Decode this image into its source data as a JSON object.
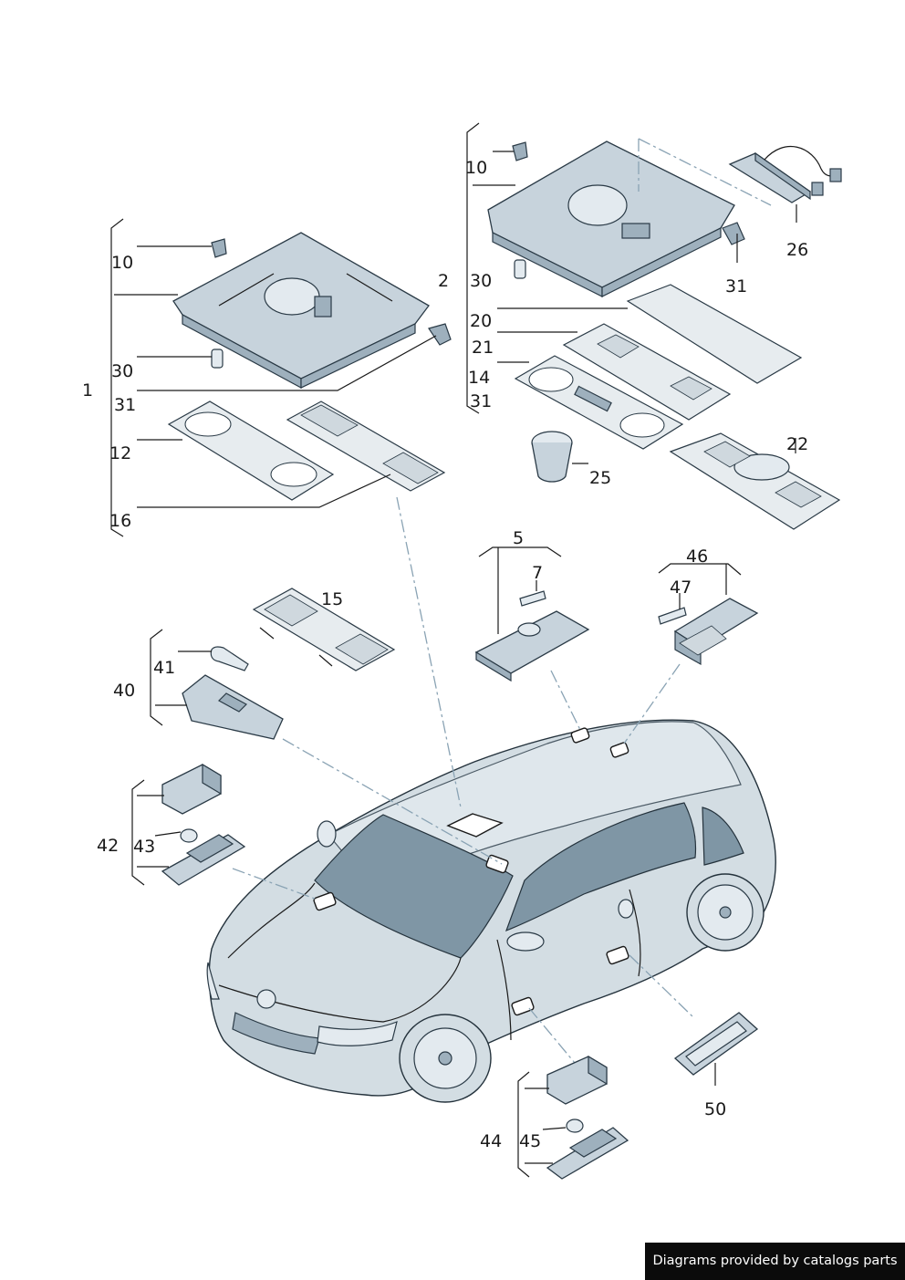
{
  "callouts": {
    "c1": "1",
    "c2": "2",
    "c5": "5",
    "c7": "7",
    "c10a": "10",
    "c10b": "10",
    "c12": "12",
    "c14": "14",
    "c15": "15",
    "c16": "16",
    "c20": "20",
    "c21": "21",
    "c22": "22",
    "c25": "25",
    "c26": "26",
    "c30a": "30",
    "c30b": "30",
    "c31a": "31",
    "c31b": "31",
    "c31c": "31",
    "c40": "40",
    "c41": "41",
    "c42": "42",
    "c43": "43",
    "c44": "44",
    "c45": "45",
    "c46": "46",
    "c47": "47",
    "c50": "50"
  },
  "footer": {
    "credit": "Diagrams provided by catalogs parts"
  }
}
